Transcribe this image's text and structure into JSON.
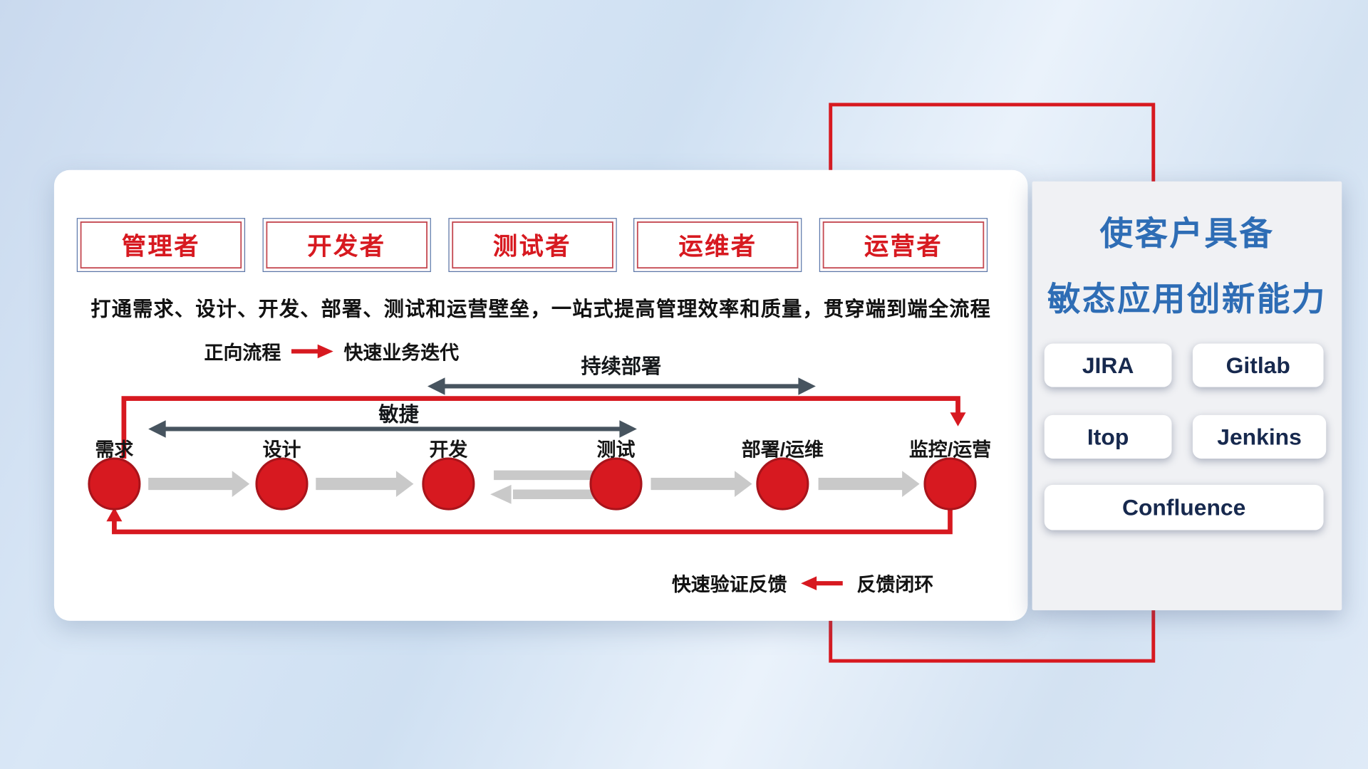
{
  "roles": [
    "管理者",
    "开发者",
    "测试者",
    "运维者",
    "运营者"
  ],
  "subtitle": "打通需求、设计、开发、部署、测试和运营壁垒，一站式提高管理效率和质量，贯穿端到端全流程",
  "legend_forward": {
    "label": "正向流程",
    "value": "快速业务迭代"
  },
  "legend_feedback": {
    "label": "快速验证反馈",
    "value": "反馈闭环"
  },
  "flow": {
    "stages": [
      "需求",
      "设计",
      "开发",
      "测试",
      "部署/运维",
      "监控/运营"
    ],
    "agile_label": "敏捷",
    "cd_label": "持续部署"
  },
  "panel": {
    "title_line1": "使客户具备",
    "title_line2": "敏态应用创新能力",
    "tools": [
      "JIRA",
      "Gitlab",
      "Itop",
      "Jenkins",
      "Confluence"
    ]
  },
  "colors": {
    "accent_red": "#d71920",
    "title_blue": "#2e6db5",
    "slate_arrow": "#47545f",
    "gray_arrow": "#c9c9c9"
  }
}
